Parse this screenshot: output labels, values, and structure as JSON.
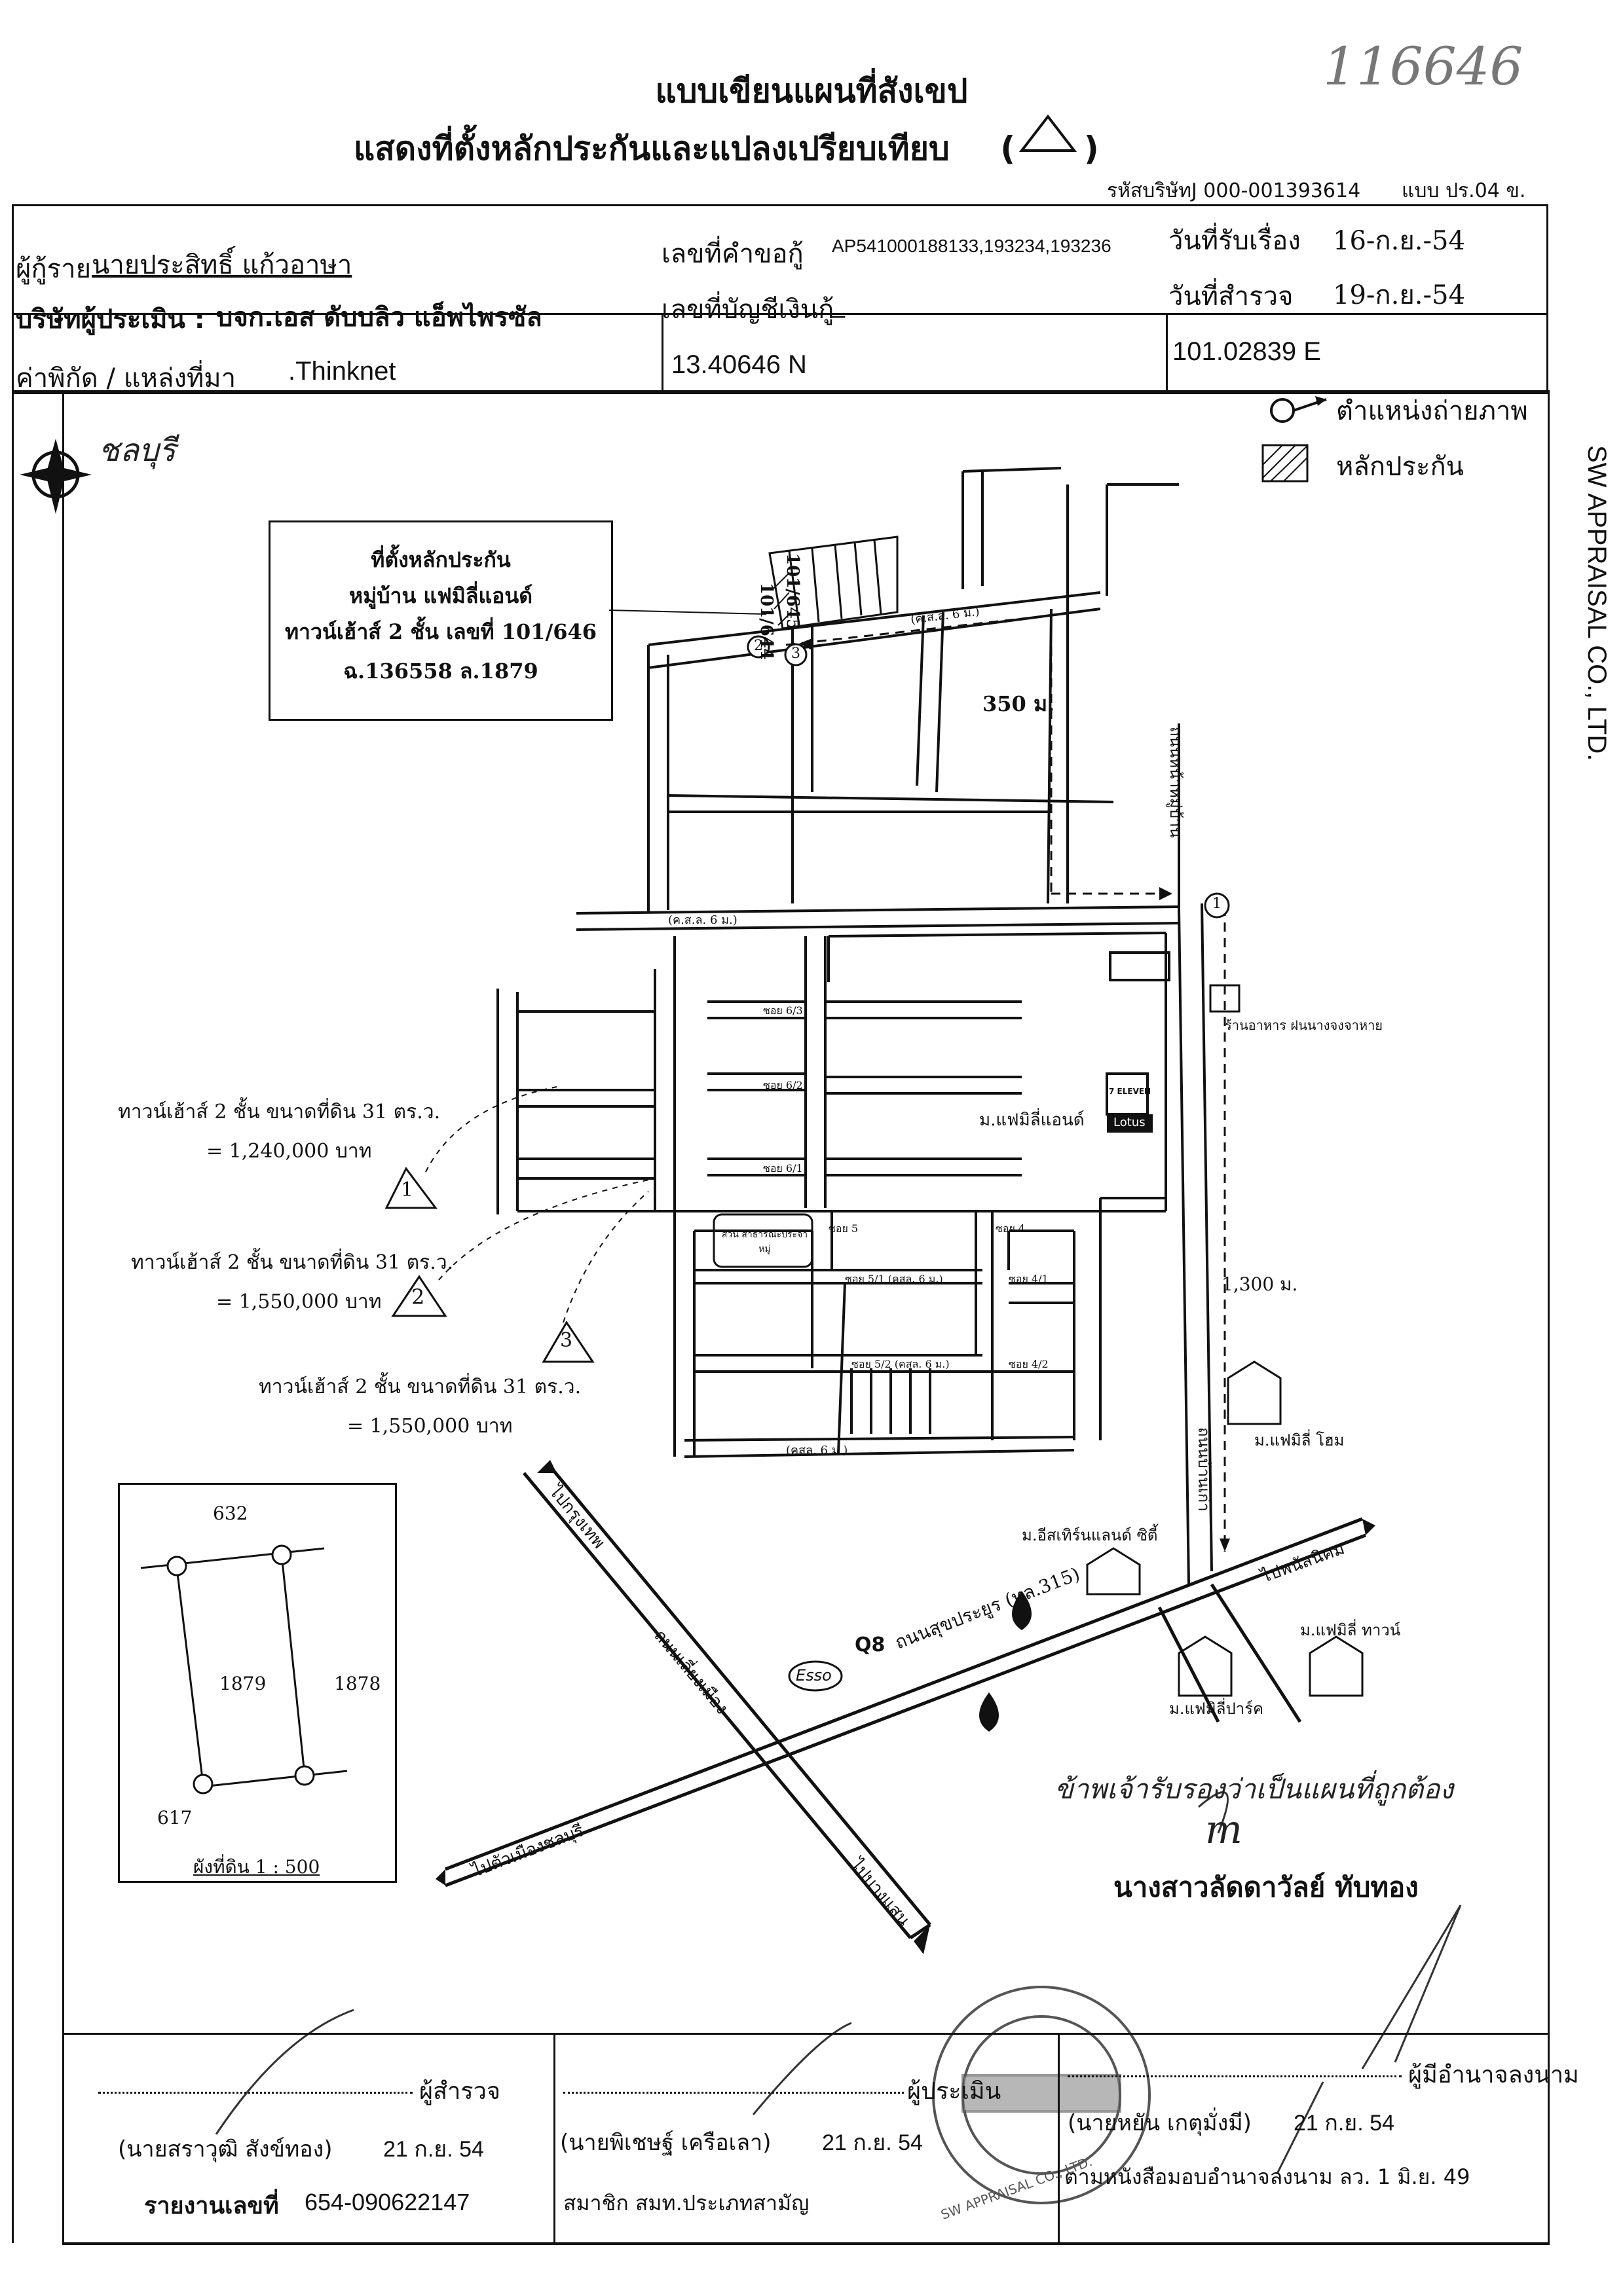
{
  "ref_number": "116646",
  "title": {
    "line1": "แบบเขียนแผนที่สังเขป",
    "line2": "แสดงที่ตั้งหลักประกันและแปลงเปรียบเทียบ",
    "paren_open": "(",
    "paren_close": ")"
  },
  "company_code": "รหัสบริษัทJ 000-001393614",
  "form_code": "แบบ ปร.04 ข.",
  "header": {
    "borrower_label": "ผู้กู้ราย",
    "borrower_name": "นายประสิทธิ์ แก้วอาษา",
    "appraiser_label": "บริษัทผู้ประเมิน :",
    "appraiser_name": "บจก.เอส ดับบลิว แอ็พไพรซัล",
    "request_no_label": "เลขที่คำขอกู้",
    "request_no": "AP541000188133,193234,193236",
    "account_no_label": "เลขที่บัญชีเงินกู้",
    "account_no": "_",
    "received_label": "วันที่รับเรื่อง",
    "received_date": "16-ก.ย.-54",
    "survey_label": "วันที่สำรวจ",
    "survey_date": "19-ก.ย.-54",
    "coord_label": "ค่าพิกัด / แหล่งที่มา",
    "coord_source": ".Thinknet",
    "lat": "13.40646 N",
    "lon": "101.02839 E"
  },
  "side_text": "SW APPRAISAL CO., LTD.",
  "legend": {
    "photo": "ตำแหน่งถ่ายภาพ",
    "collateral": "หลักประกัน"
  },
  "compass_note": "ชลบุรี",
  "location_box": {
    "line1": "ที่ตั้งหลักประกัน",
    "line2": "หมู่บ้าน แฟมิลี่แอนด์",
    "line3": "ทาวน์เฮ้าส์ 2 ชั้น เลขที่ 101/646",
    "line4": "ฉ.136558 ล.1879"
  },
  "map": {
    "plot_a": "101/644",
    "plot_b": "101/645",
    "distance_350": "350 ม.",
    "distance_1300": "1,300 ม.",
    "road_label_top": "(ค.ส.ล. 6 ม.)",
    "road_label_mid": "(ค.ส.ล. 6 ม.)",
    "road_label_bottom": "(คสล. 6 ม.)",
    "soi_6_3": "ซอย 6/3",
    "soi_6_2": "ซอย 6/2",
    "soi_6_1": "ซอย 6/1",
    "soi_5": "ซอย 5",
    "soi_4": "ซอย 4",
    "soi_5_1": "ซอย 5/1 (คสล. 6 ม.)",
    "soi_4_1": "ซอย 4/1",
    "soi_5_2": "ซอย 5/2 (คสล. 6 ม.)",
    "soi_4_2": "ซอย 4/2",
    "soi_road_v": "ถนนหน้าหมู่บ้าน",
    "park": "สวน สาธารณะประจำหมู่",
    "village_main": "ม.แฟมิลี่แอนด์",
    "restaurant": "ร้านอาหาร ฝนนางจงจาหาย",
    "seven_eleven": "7 ELEVEN",
    "lotus": "Lotus",
    "family_home": "ม.แฟมิลี่ โฮม",
    "eastern_land": "ม.อีสเทิร์นแลนด์ ซิตี้",
    "family_town": "ม.แฟมิลี่ ทาวน์",
    "family_park": "ม.แฟมิลี่ปาร์ค",
    "q8": "Q8",
    "esso": "Esso",
    "road_sukprayoon": "ถนนสุขประยูร (ทล.315)",
    "road_bangna": "ถนนเลี่ยงเมือง",
    "to_bangkok": "ไปกรุงเทพ",
    "to_phanat": "ไปพนัสนิคม",
    "to_chonburi": "ไปตัวเมืองชลบุรี",
    "to_bangsaen": "ไปบางแสน",
    "road_to_village": "ถนนบ้านเก่า",
    "comp1_desc": "ทาวน์เฮ้าส์ 2 ชั้น ขนาดที่ดิน 31 ตร.ว.",
    "comp1_price": "= 1,240,000 บาท",
    "comp1_num": "1",
    "comp2_desc": "ทาวน์เฮ้าส์ 2 ชั้น ขนาดที่ดิน 31 ตร.ว.",
    "comp2_price": "= 1,550,000 บาท",
    "comp2_num": "2",
    "comp3_desc": "ทาวน์เฮ้าส์ 2 ชั้น ขนาดที่ดิน 31 ตร.ว.",
    "comp3_price": "= 1,550,000 บาท",
    "comp3_num": "3",
    "photo1": "1",
    "photo2": "2",
    "photo3": "3"
  },
  "plot_plan": {
    "top": "632",
    "left": "1879",
    "right": "1878",
    "bottom": "617",
    "scale": "ผังที่ดิน 1 : 500"
  },
  "certification": {
    "handwritten": "ข้าพเจ้ารับรองว่าเป็นแผนที่ถูกต้อง",
    "initials": "m",
    "name": "นางสาวลัดดาวัลย์ ทับทอง"
  },
  "footer": {
    "surveyor_role": "ผู้สำรวจ",
    "surveyor_name": "(นายสราวุฒิ สังข์ทอง)",
    "surveyor_date": "21 ก.ย. 54",
    "report_label": "รายงานเลขที่",
    "report_no": "654-090622147",
    "appraiser_role": "ผู้ประเมิน",
    "appraiser_name": "(นายพิเชษฐ์ เครือเลา)",
    "appraiser_date": "21 ก.ย. 54",
    "member": "สมาชิก สมท.ประเภทสามัญ",
    "signer_role": "ผู้มีอำนาจลงนาม",
    "signer_name": "(นายหยัน เกตุมั่งมี)",
    "signer_date": "21 ก.ย. 54",
    "authorization": "ตามหนังสือมอบอำนาจลงนาม ลว. 1 มิ.ย. 49",
    "stamp_text": "SW APPRAISAL CO., LTD."
  }
}
